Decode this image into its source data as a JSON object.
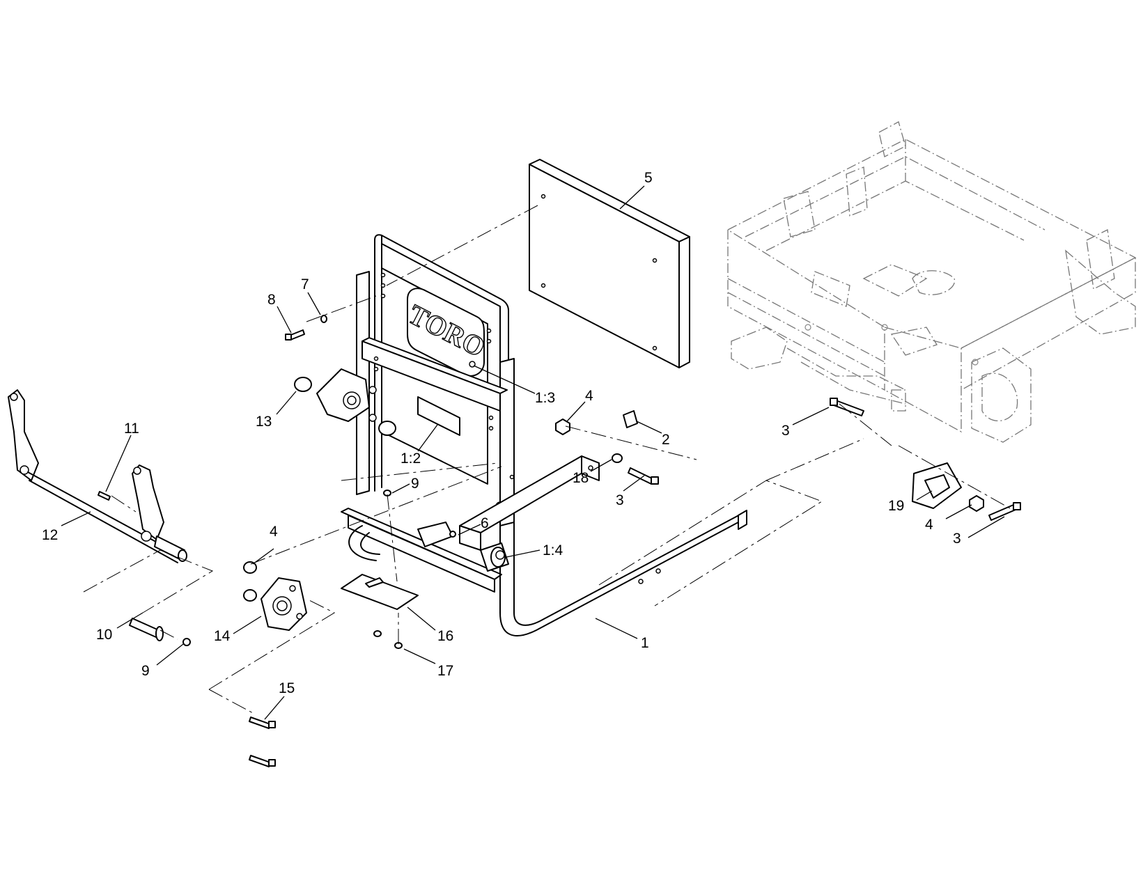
{
  "logo_text": "TORO",
  "callouts": [
    {
      "id": "c5",
      "text": "5"
    },
    {
      "id": "c7",
      "text": "7"
    },
    {
      "id": "c8",
      "text": "8"
    },
    {
      "id": "c1-3",
      "text": "1:3"
    },
    {
      "id": "c4a",
      "text": "4"
    },
    {
      "id": "c2",
      "text": "2"
    },
    {
      "id": "c13",
      "text": "13"
    },
    {
      "id": "c1-2",
      "text": "1:2"
    },
    {
      "id": "c11",
      "text": "11"
    },
    {
      "id": "c12",
      "text": "12"
    },
    {
      "id": "c9a",
      "text": "9"
    },
    {
      "id": "c18",
      "text": "18"
    },
    {
      "id": "c3a",
      "text": "3"
    },
    {
      "id": "c3b",
      "text": "3"
    },
    {
      "id": "c6",
      "text": "6"
    },
    {
      "id": "c1-4",
      "text": "1:4"
    },
    {
      "id": "c4b",
      "text": "4"
    },
    {
      "id": "c19",
      "text": "19"
    },
    {
      "id": "c4c",
      "text": "4"
    },
    {
      "id": "c3c",
      "text": "3"
    },
    {
      "id": "c14",
      "text": "14"
    },
    {
      "id": "c16",
      "text": "16"
    },
    {
      "id": "c1",
      "text": "1"
    },
    {
      "id": "c10",
      "text": "10"
    },
    {
      "id": "c9b",
      "text": "9"
    },
    {
      "id": "c17",
      "text": "17"
    },
    {
      "id": "c15",
      "text": "15"
    }
  ]
}
